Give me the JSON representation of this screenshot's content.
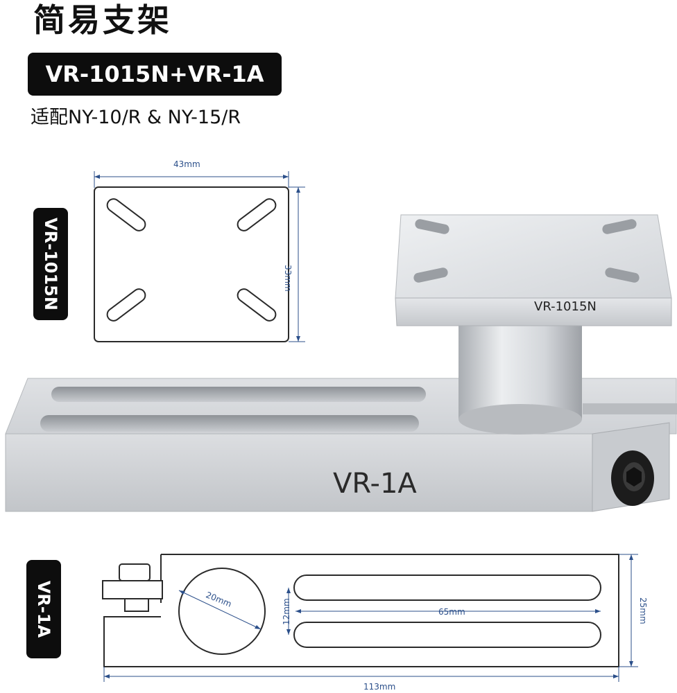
{
  "title": "简易支架",
  "model_banner": "VR-1015N+VR-1A",
  "compat": "适配NY-10/R & NY-15/R",
  "top_plate": {
    "tab_label": "VR-1015N",
    "width": "43mm",
    "height": "33mm"
  },
  "photo": {
    "plate_label": "VR-1015N",
    "base_label": "VR-1A"
  },
  "base": {
    "tab_label": "VR-1A",
    "hole_diameter": "20mm",
    "slot_length": "65mm",
    "slot_spacing": "12mm",
    "height": "25mm",
    "length": "113mm"
  },
  "colors": {
    "dimension_line": "#2b4f8a",
    "label_bg": "#0d0d0d",
    "aluminum": "#d4d6d9"
  }
}
